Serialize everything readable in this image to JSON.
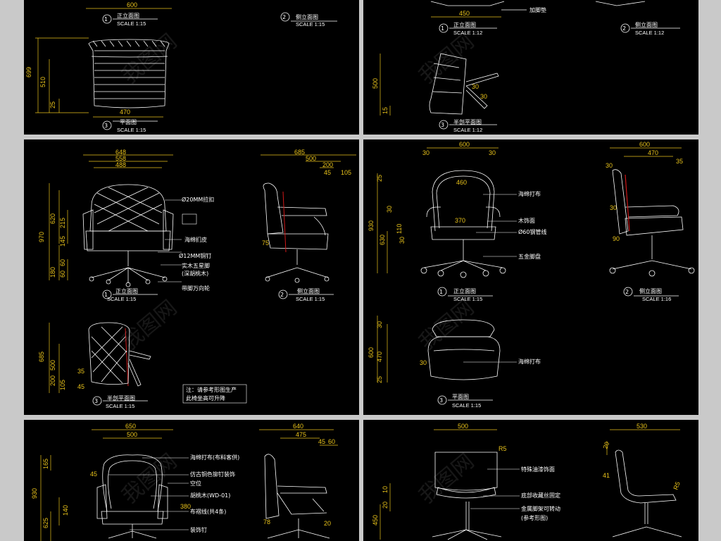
{
  "panels": [
    {
      "views": [
        {
          "num": "1",
          "title": "正立面图",
          "scale": "SCALE 1:15"
        },
        {
          "num": "2",
          "title": "侧立面图",
          "scale": "SCALE 1:15"
        },
        {
          "num": "3",
          "title": "平面图",
          "scale": "SCALE 1:15"
        }
      ],
      "dims": [
        "600",
        "699",
        "510",
        "25",
        "470"
      ],
      "labels": []
    },
    {
      "views": [
        {
          "num": "1",
          "title": "正立面图",
          "scale": "SCALE 1:12"
        },
        {
          "num": "2",
          "title": "侧立面图",
          "scale": "SCALE 1:12"
        },
        {
          "num": "3",
          "title": "半剖平面图",
          "scale": "SCALE 1:12"
        }
      ],
      "dims": [
        "450",
        "500",
        "15",
        "30",
        "30"
      ],
      "labels": [
        "加脚垫"
      ]
    },
    {
      "views": [
        {
          "num": "1",
          "title": "正立面图",
          "scale": "SCALE 1:15"
        },
        {
          "num": "2",
          "title": "侧立面图",
          "scale": "SCALE 1:15"
        },
        {
          "num": "3",
          "title": "半剖平面图",
          "scale": "SCALE 1:15"
        }
      ],
      "dims": [
        "648",
        "558",
        "488",
        "685",
        "500",
        "200",
        "105",
        "45",
        "970",
        "620",
        "215",
        "145",
        "180",
        "60",
        "60",
        "75",
        "685",
        "500",
        "35",
        "200",
        "105",
        "45"
      ],
      "labels": [
        "Ø20MM拉扣",
        "海绵扪皮",
        "Ø12MM铜钉",
        "实木五星脚",
        "(深胡桃木)",
        "带脚万向轮"
      ],
      "note": [
        "注：请参考形图生产",
        "此椅坐高可升降"
      ]
    },
    {
      "views": [
        {
          "num": "1",
          "title": "正立面图",
          "scale": "SCALE 1:15"
        },
        {
          "num": "2",
          "title": "侧立面图",
          "scale": "SCALE 1:16"
        },
        {
          "num": "3",
          "title": "平面图",
          "scale": "SCALE 1:15"
        }
      ],
      "dims": [
        "600",
        "30",
        "30",
        "460",
        "370",
        "930",
        "25",
        "30",
        "110",
        "630",
        "30",
        "600",
        "470",
        "35",
        "30",
        "90",
        "30",
        "600",
        "470",
        "30",
        "30",
        "25"
      ],
      "labels": [
        "海绵打布",
        "木饰面",
        "Ø60钢管线",
        "五金脚盘",
        "海绵打布"
      ]
    },
    {
      "views": [],
      "dims": [
        "650",
        "500",
        "640",
        "475",
        "45",
        "60",
        "165",
        "45",
        "930",
        "140",
        "625",
        "380",
        "78",
        "20"
      ],
      "labels": [
        "海绵打布(布料客供)",
        "仿古铜色铆钉装饰",
        "空位",
        "胡桃木(WD-01)",
        "布褶线(共4条)",
        "装饰钉"
      ]
    },
    {
      "views": [],
      "dims": [
        "500",
        "530",
        "R5",
        "20",
        "10",
        "20",
        "450",
        "41",
        "R5"
      ],
      "labels": [
        "特殊油漆饰面",
        "底部收藏丝固定",
        "金属脚架可转动",
        "(参考形图)"
      ]
    }
  ],
  "watermark": "我图网"
}
